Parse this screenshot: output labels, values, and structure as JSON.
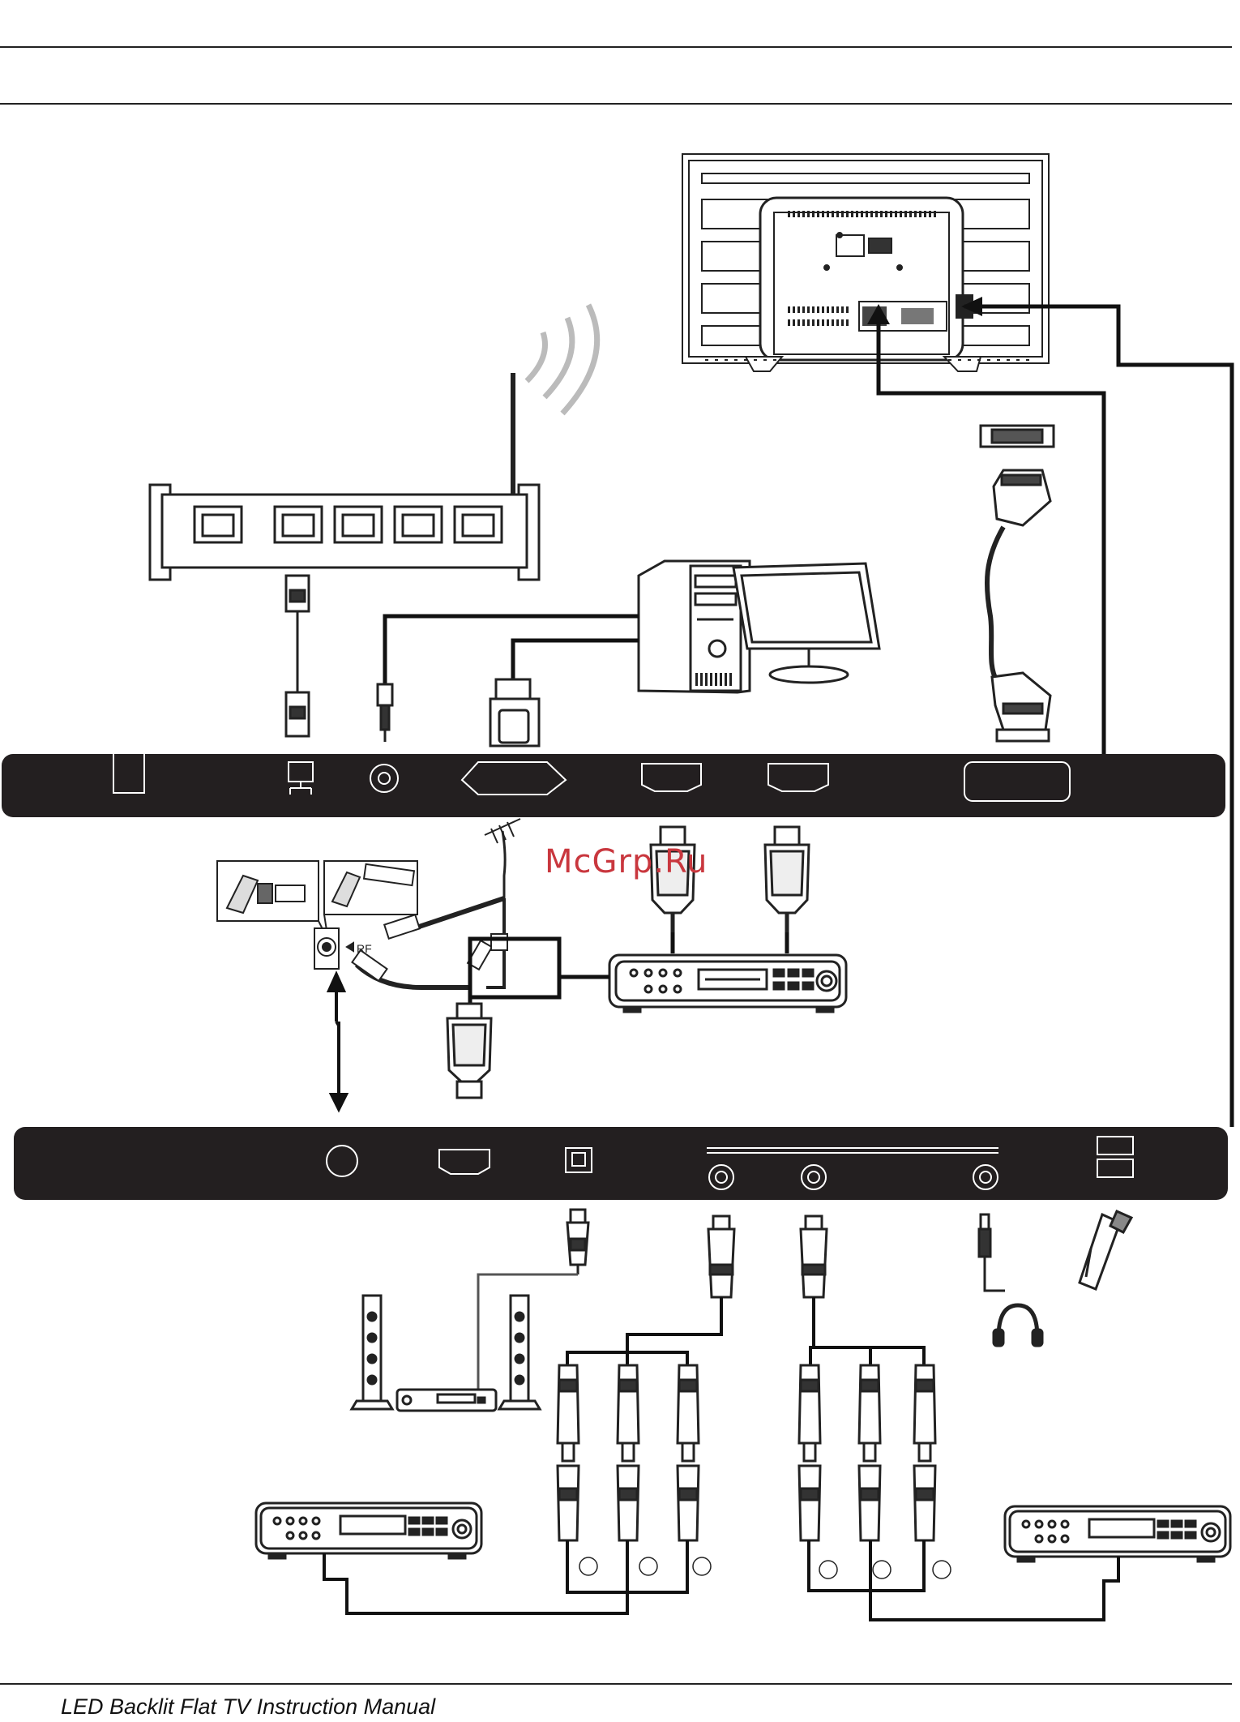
{
  "diagram": {
    "rf_label": "RF",
    "watermark": "McGrp.Ru",
    "footer_title": "LED Backlit Flat TV Instruction Manual"
  },
  "colors": {
    "panel": "#231f20",
    "line": "#111111",
    "accent": "#c9373e"
  },
  "icons": [
    "tv-rear-icon",
    "wifi-router-icon",
    "pc-tower-icon",
    "monitor-icon",
    "scart-cable-icon",
    "antenna-icon",
    "hdmi-plug-icon",
    "receiver-icon",
    "speaker-icon",
    "rca-plug-icon",
    "headphones-icon",
    "usb-drive-icon",
    "dvd-player-icon"
  ]
}
